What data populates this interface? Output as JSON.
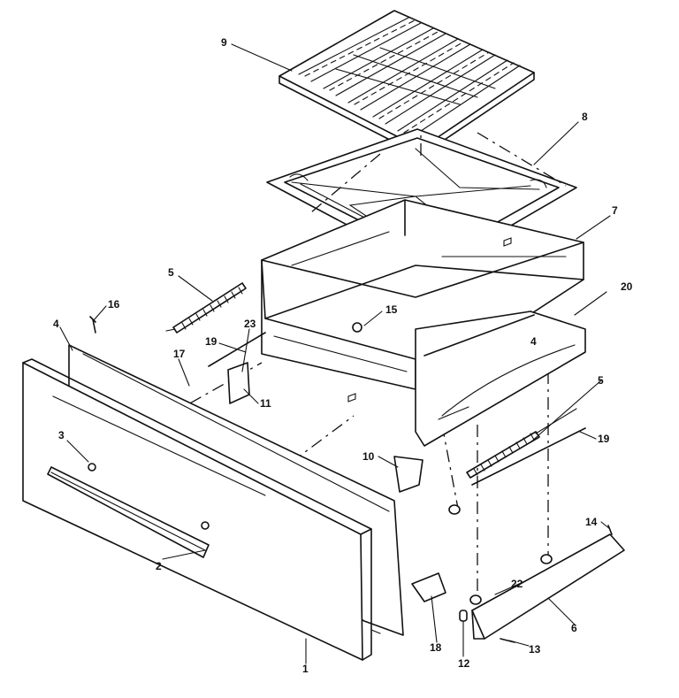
{
  "callouts": [
    {
      "id": "c1",
      "text": "1"
    },
    {
      "id": "c2",
      "text": "2"
    },
    {
      "id": "c3",
      "text": "3"
    },
    {
      "id": "c4a",
      "text": "4"
    },
    {
      "id": "c4b",
      "text": "4"
    },
    {
      "id": "c5a",
      "text": "5"
    },
    {
      "id": "c5b",
      "text": "5"
    },
    {
      "id": "c6",
      "text": "6"
    },
    {
      "id": "c7",
      "text": "7"
    },
    {
      "id": "c8",
      "text": "8"
    },
    {
      "id": "c9",
      "text": "9"
    },
    {
      "id": "c10",
      "text": "10"
    },
    {
      "id": "c11",
      "text": "11"
    },
    {
      "id": "c12",
      "text": "12"
    },
    {
      "id": "c13",
      "text": "13"
    },
    {
      "id": "c14",
      "text": "14"
    },
    {
      "id": "c15",
      "text": "15"
    },
    {
      "id": "c16",
      "text": "16"
    },
    {
      "id": "c17",
      "text": "17"
    },
    {
      "id": "c18",
      "text": "18"
    },
    {
      "id": "c19a",
      "text": "19"
    },
    {
      "id": "c19b",
      "text": "19"
    },
    {
      "id": "c20",
      "text": "20"
    },
    {
      "id": "c22",
      "text": "22"
    },
    {
      "id": "c23",
      "text": "23"
    }
  ]
}
